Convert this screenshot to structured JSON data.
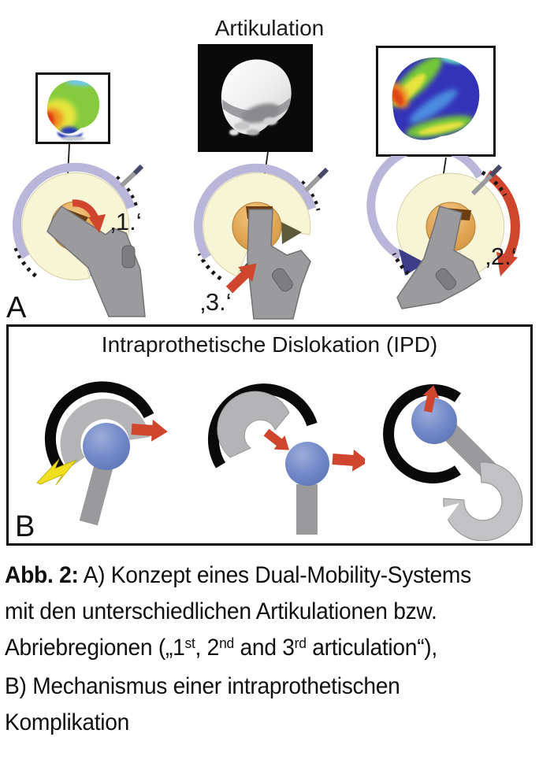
{
  "panel_a": {
    "label": "A",
    "title": "Artikulation",
    "items": [
      {
        "id": "first-articulation",
        "label": "‚1.‘"
      },
      {
        "id": "third-articulation",
        "label": "‚3.‘"
      },
      {
        "id": "second-articulation",
        "label": "‚2.‘"
      }
    ]
  },
  "panel_b": {
    "label": "B",
    "title": "Intraprothetische Dislokation (IPD)"
  },
  "caption": {
    "label_bold": "Abb. 2:",
    "line1_rest": " A) Konzept eines Dual-Mobility-Systems",
    "line2": "mit den unterschiedlichen Artikulationen bzw.",
    "line3": {
      "pre": "Abriebregionen („1",
      "sup1": "st",
      "mid1": ", 2",
      "sup2": "nd",
      "mid2": " and 3",
      "sup3": "rd",
      "post": " articulation“),"
    },
    "line4": "B) Mechanismus einer intraprothetischen",
    "line5": "Komplikation"
  },
  "colors": {
    "accent_red": "#d0452e",
    "shell_lavender": "#b9b6da",
    "liner_cream": "#f8f4d6",
    "head_tan": "#e2a95e",
    "ball_blue": "#6f86c8",
    "metal_gray": "#9a9a9c",
    "highlight_yellow": "#f0df20",
    "navy_wedge": "#3c3c88"
  }
}
